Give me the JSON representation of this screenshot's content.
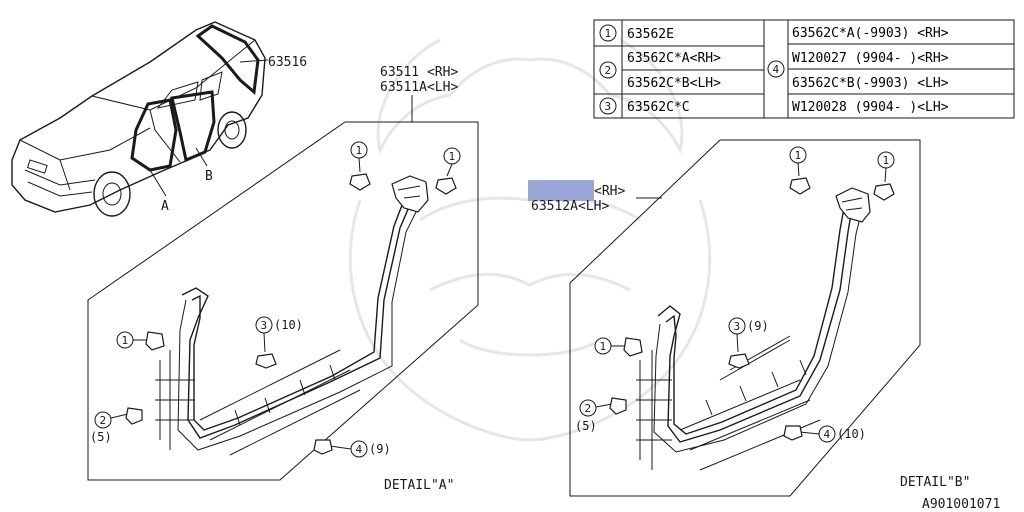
{
  "callouts": {
    "roof_weatherstrip": "63516",
    "front_weatherstrip_rh": "63511 <RH>",
    "front_weatherstrip_lh": "63511A<LH>",
    "rear_weatherstrip_rh": "<RH>",
    "rear_weatherstrip_lh": "63512A<LH>",
    "car_label_a": "A",
    "car_label_b": "B",
    "detail_a": "DETAIL\"A\"",
    "detail_b": "DETAIL\"B\"",
    "drawing_id": "A901001071"
  },
  "detail_a_markers": {
    "clip_1a": "1",
    "clip_1b": "1",
    "clip_1c": "1",
    "clip_3": "3",
    "clip_3_qty": "(10)",
    "clip_2": "2",
    "clip_2_qty": "(5)",
    "clip_4": "4",
    "clip_4_qty": "(9)"
  },
  "detail_b_markers": {
    "clip_1a": "1",
    "clip_1b": "1",
    "clip_1c": "1",
    "clip_3": "3",
    "clip_3_qty": "(9)",
    "clip_2": "2",
    "clip_2_qty": "(5)",
    "clip_4": "4",
    "clip_4_qty": "(10)"
  },
  "parts_table": {
    "row1": {
      "num": "1",
      "part": "63562E"
    },
    "row2": {
      "num": "2",
      "part_a": "63562C*A<RH>",
      "part_b": "63562C*B<LH>"
    },
    "row3": {
      "num": "3",
      "part": "63562C*C"
    },
    "group4": {
      "num": "4",
      "parts": [
        "63562C*A(-9903) <RH>",
        "W120027  (9904- )<RH>",
        "63562C*B(-9903) <LH>",
        "W120028  (9904- )<LH>"
      ]
    }
  },
  "colors": {
    "line": "#1a1a1a",
    "redaction_box": "#9aa6d6",
    "watermark": "#e6e6e6"
  }
}
